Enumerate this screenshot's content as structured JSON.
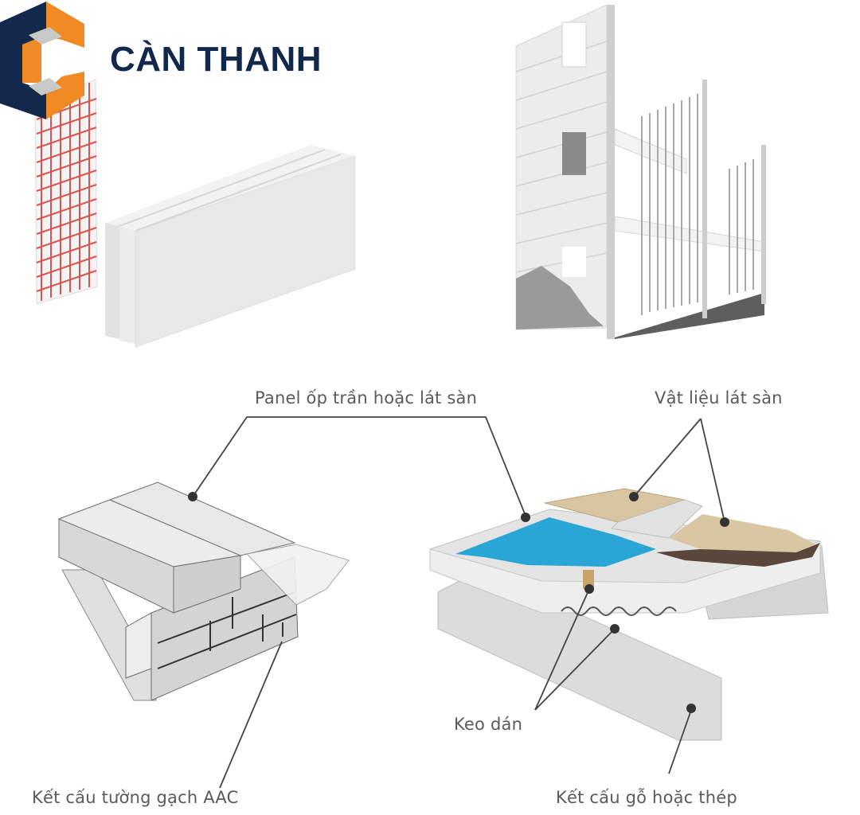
{
  "brand": {
    "name": "CÀN THANH",
    "logo_icon": "c-block-logo-icon",
    "colors": {
      "navy": "#13294b",
      "orange": "#f08a24",
      "grey": "#c8c8c8"
    }
  },
  "illustrations": {
    "top_left": "aac-panels-with-mesh-reinforcement",
    "top_right": "aac-wall-and-steel-frame-building",
    "bottom_left": "aac-wall-with-floor-panels",
    "bottom_right": "floor-panel-layer-system"
  },
  "labels": {
    "panel": "Panel ốp trần hoặc lát sàn",
    "flooring": "Vật liệu lát sàn",
    "adhesive": "Keo dán",
    "aac_wall": "Kết cấu tường gạch AAC",
    "wood_steel": "Kết cấu gỗ hoặc thép"
  },
  "colors": {
    "label_text": "#5a5a5a",
    "leader_line": "#444444",
    "mesh_red": "#d9534f",
    "panel_grey": "#e6e6e6",
    "membrane_blue": "#2aa6d6",
    "tile_beige": "#d8c6a3",
    "underlay_brown": "#5a463b"
  }
}
